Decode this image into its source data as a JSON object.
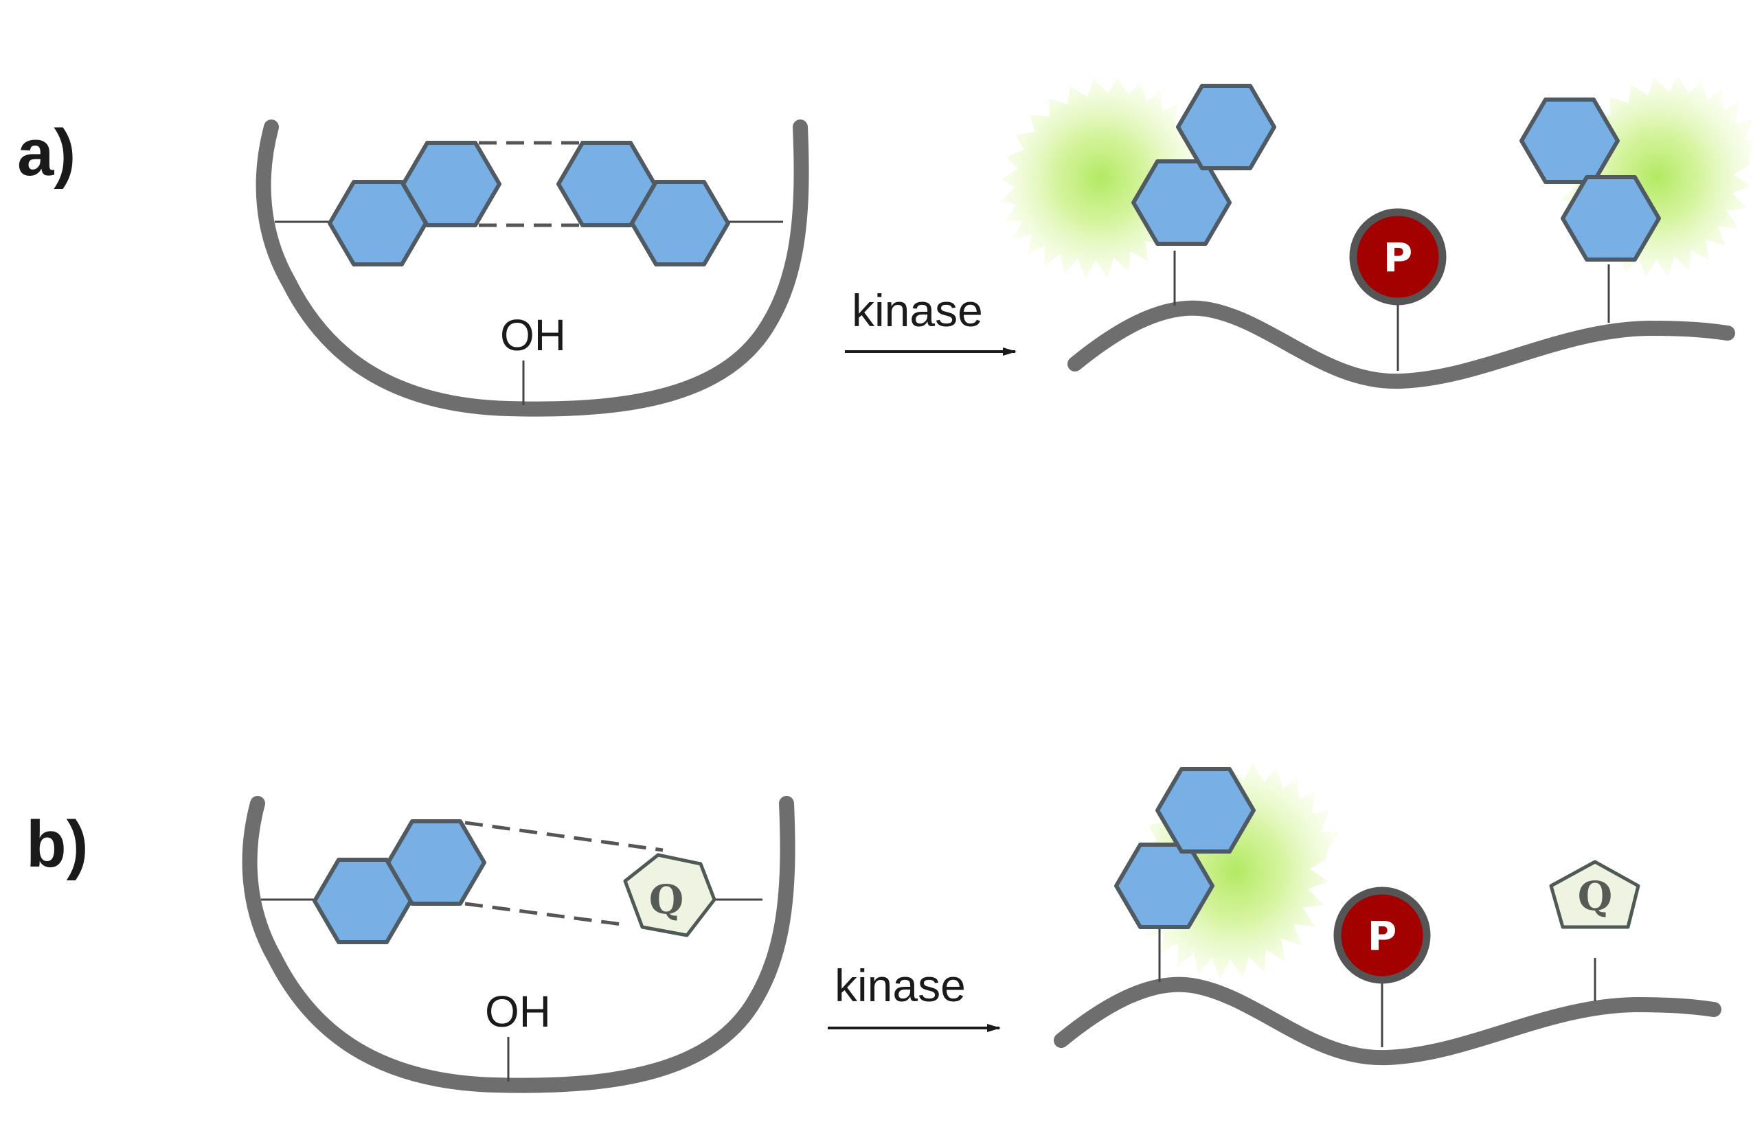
{
  "panels": [
    {
      "label": "a)",
      "oh_text": "OH",
      "arrow_text": "kinase",
      "p_text": "P"
    },
    {
      "label": "b)",
      "oh_text": "OH",
      "arrow_text": "kinase",
      "p_text": "P",
      "q_text": "Q",
      "q_text_2": "Q"
    }
  ],
  "colors": {
    "backbone": "#6e6e6e",
    "fluorophore": "#78b0e6",
    "glow": "#b8ec6a",
    "phosphate": "#a30000",
    "quencher": "#eef3e2"
  },
  "icons": [
    "hexagon-fluorophore",
    "pentagon-quencher",
    "phosphate-circle",
    "fluorescence-glow",
    "reaction-arrow"
  ]
}
